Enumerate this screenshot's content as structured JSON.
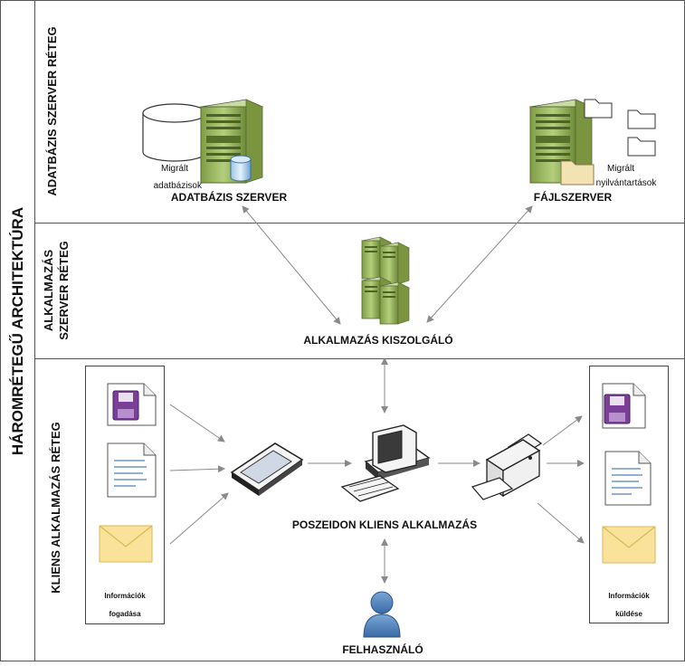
{
  "diagram": {
    "title": "HÁROMRÉTEGŰ ARCHITEKTÚRA",
    "layers": {
      "database": "ADATBÁZIS SZERVER RÉTEG",
      "app_line1": "ALKALMAZÁS",
      "app_line2": "SZERVER RÉTEG",
      "client": "KLIENS ALKALMAZÁS RÉTEG"
    },
    "nodes": {
      "db_server": "ADATBÁZIS SZERVER",
      "file_server": "FÁJLSZERVER",
      "app_server": "ALKALMAZÁS KISZOLGÁLÓ",
      "client_app": "POSZEIDON KLIENS ALKALMAZÁS",
      "user": "FELHASZNÁLÓ"
    },
    "notes": {
      "migrated_db_1": "Migrált",
      "migrated_db_2": "adatbázisok",
      "migrated_rec_1": "Migrált",
      "migrated_rec_2": "nyilvántartások",
      "receive_1": "Információk",
      "receive_2": "fogadása",
      "send_1": "Információk",
      "send_2": "küldése"
    },
    "colors": {
      "server_green": "#9bbb59",
      "envelope_yellow": "#fbe29a",
      "floppy_purple": "#7b3f98",
      "user_blue": "#4f81bd"
    }
  }
}
